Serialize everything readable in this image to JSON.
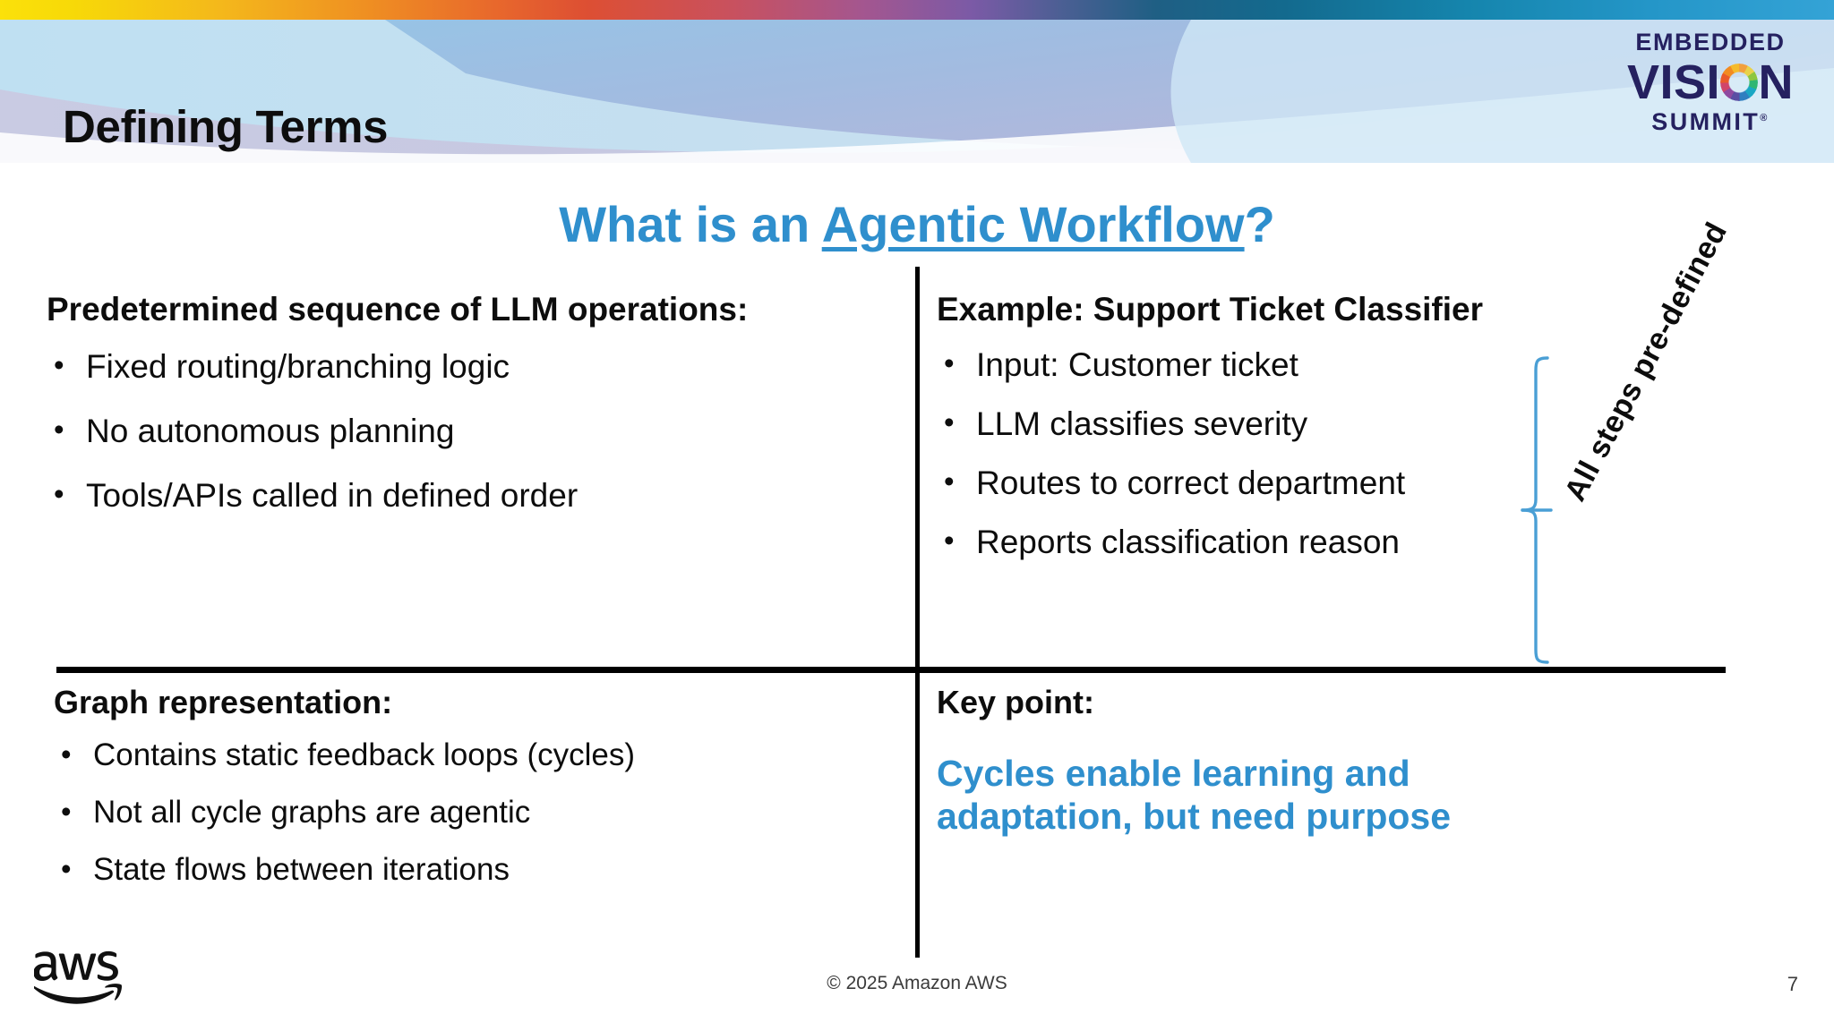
{
  "slide": {
    "title": "Defining Terms",
    "page_number": "7",
    "copyright": "© 2025 Amazon AWS",
    "accent_blue": "#2f8fcd",
    "brace_blue": "#4a9fd5",
    "text_black": "#0d0d0d"
  },
  "logo": {
    "embedded": "EMBEDDED",
    "vision_left": "VISI",
    "vision_right": "N",
    "summit": "SUMMIT",
    "trademark": "®",
    "ring_icon": "color-ring-icon",
    "navy": "#252160"
  },
  "headline": {
    "prefix": "What is an ",
    "emphasis": "Agentic Workflow",
    "suffix": "?"
  },
  "quadrants": {
    "top_left": {
      "heading": "Predetermined sequence of LLM operations:",
      "bullets": [
        "Fixed routing/branching logic",
        "No autonomous planning",
        "Tools/APIs called in defined order"
      ]
    },
    "top_right": {
      "heading": "Example: Support Ticket Classifier",
      "bullets": [
        "Input: Customer ticket",
        "LLM classifies severity",
        "Routes to correct department",
        "Reports classification reason"
      ]
    },
    "bottom_left": {
      "heading": "Graph representation:",
      "bullets": [
        "Contains static feedback loops (cycles)",
        "Not all cycle graphs are agentic",
        "State flows between iterations"
      ]
    },
    "bottom_right": {
      "heading": "Key point:",
      "statement": "Cycles enable learning and adaptation, but need purpose"
    }
  },
  "callout": {
    "brace_icon": "curly-brace-icon",
    "label": "All steps pre-defined"
  },
  "footer": {
    "aws_logo_icon": "aws-logo-icon"
  }
}
